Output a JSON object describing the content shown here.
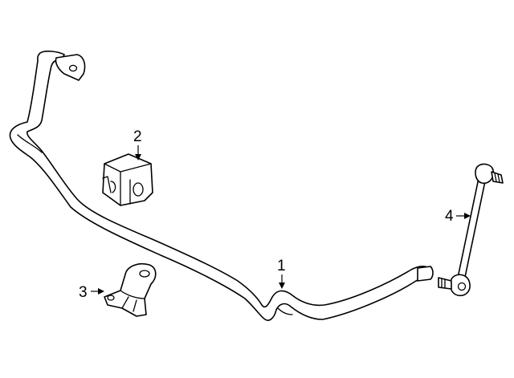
{
  "diagram": {
    "callouts": [
      {
        "id": "1",
        "label": "1"
      },
      {
        "id": "2",
        "label": "2"
      },
      {
        "id": "3",
        "label": "3"
      },
      {
        "id": "4",
        "label": "4"
      }
    ],
    "colors": {
      "line": "#000000",
      "fill": "#ffffff",
      "background": "#ffffff"
    }
  }
}
